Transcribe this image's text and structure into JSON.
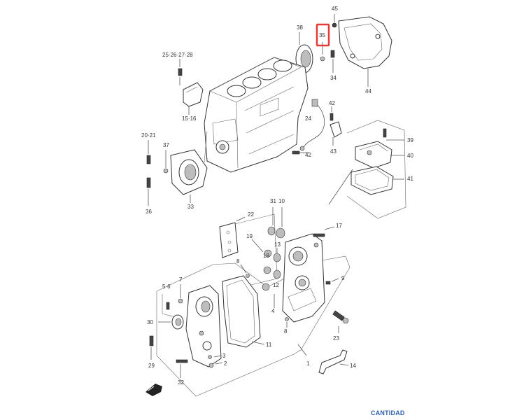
{
  "highlight": {
    "color": "#e53935",
    "part": "35"
  },
  "labels": {
    "l45": "45",
    "l35": "35",
    "l38": "38",
    "l34": "34",
    "l44": "44",
    "l25": "25·26·27·28",
    "l15": "15·16",
    "l42a": "42",
    "l24": "24",
    "l43": "43",
    "l42b": "42",
    "l39": "39",
    "l40": "40",
    "l41": "41",
    "l2021": "20·21",
    "l37": "37",
    "l36": "36",
    "l33": "33",
    "l22": "22",
    "l31": "31",
    "l10": "10",
    "l17": "17",
    "l13": "13",
    "l19": "19",
    "l18": "18",
    "l8a": "8",
    "l8b": "8",
    "l12": "12",
    "l4": "4",
    "l9": "9",
    "l56": "5·6",
    "l7": "7",
    "l30": "30",
    "l11": "11",
    "l1": "1",
    "l23": "23",
    "l3": "3",
    "l2": "2",
    "l29": "29",
    "l32": "32",
    "l14": "14"
  },
  "footer": {
    "link_text": "CANTIDAD"
  }
}
